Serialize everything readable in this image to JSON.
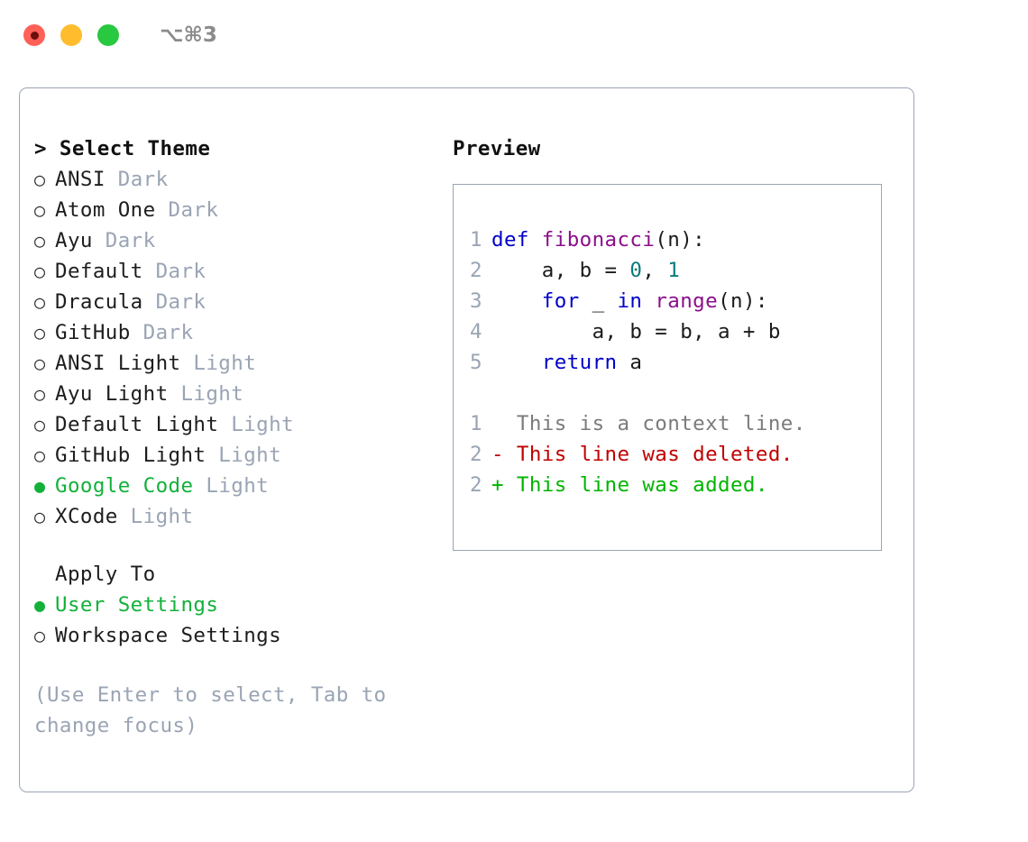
{
  "titlebar": {
    "lights": [
      {
        "name": "close-button",
        "color": "#ff6058"
      },
      {
        "name": "minimize-button",
        "color": "#ffbd2e"
      },
      {
        "name": "maximize-button",
        "color": "#28c840"
      }
    ],
    "shortcut": "⌥⌘3"
  },
  "theme_picker": {
    "prompt": "> ",
    "heading": "Select Theme",
    "selected_index": 10,
    "options": [
      {
        "bullet": "○",
        "name": "ANSI",
        "tag": "Dark",
        "selected": false
      },
      {
        "bullet": "○",
        "name": "Atom One",
        "tag": "Dark",
        "selected": false
      },
      {
        "bullet": "○",
        "name": "Ayu",
        "tag": "Dark",
        "selected": false
      },
      {
        "bullet": "○",
        "name": "Default",
        "tag": "Dark",
        "selected": false
      },
      {
        "bullet": "○",
        "name": "Dracula",
        "tag": "Dark",
        "selected": false
      },
      {
        "bullet": "○",
        "name": "GitHub",
        "tag": "Dark",
        "selected": false
      },
      {
        "bullet": "○",
        "name": "ANSI Light",
        "tag": "Light",
        "selected": false
      },
      {
        "bullet": "○",
        "name": "Ayu Light",
        "tag": "Light",
        "selected": false
      },
      {
        "bullet": "○",
        "name": "Default Light",
        "tag": "Light",
        "selected": false
      },
      {
        "bullet": "○",
        "name": "GitHub Light",
        "tag": "Light",
        "selected": false
      },
      {
        "bullet": "●",
        "name": "Google Code",
        "tag": "Light",
        "selected": true
      },
      {
        "bullet": "○",
        "name": "XCode",
        "tag": "Light",
        "selected": false
      }
    ]
  },
  "apply_to": {
    "heading": "Apply To",
    "options": [
      {
        "bullet": "●",
        "name": "User Settings",
        "selected": true
      },
      {
        "bullet": "○",
        "name": "Workspace Settings",
        "selected": false
      }
    ]
  },
  "hint": "(Use Enter to select, Tab to change focus)",
  "preview": {
    "title": "Preview",
    "code_lines": [
      {
        "num": "1",
        "tokens": [
          {
            "t": "def",
            "c": "kw"
          },
          {
            "t": " ",
            "c": "pl"
          },
          {
            "t": "fibonacci",
            "c": "fn"
          },
          {
            "t": "(n):",
            "c": "pl"
          }
        ]
      },
      {
        "num": "2",
        "tokens": [
          {
            "t": "    a, b = ",
            "c": "pl"
          },
          {
            "t": "0",
            "c": "num"
          },
          {
            "t": ", ",
            "c": "pl"
          },
          {
            "t": "1",
            "c": "num"
          }
        ]
      },
      {
        "num": "3",
        "tokens": [
          {
            "t": "    ",
            "c": "pl"
          },
          {
            "t": "for",
            "c": "kw"
          },
          {
            "t": " _ ",
            "c": "pl"
          },
          {
            "t": "in",
            "c": "kw"
          },
          {
            "t": " ",
            "c": "pl"
          },
          {
            "t": "range",
            "c": "fn"
          },
          {
            "t": "(n):",
            "c": "pl"
          }
        ]
      },
      {
        "num": "4",
        "tokens": [
          {
            "t": "        a, b = b, a + b",
            "c": "pl"
          }
        ]
      },
      {
        "num": "5",
        "tokens": [
          {
            "t": "    ",
            "c": "pl"
          },
          {
            "t": "return",
            "c": "kw"
          },
          {
            "t": " a",
            "c": "pl"
          }
        ]
      }
    ],
    "diff_lines": [
      {
        "num": "1",
        "marker": " ",
        "text": " This is a context line.",
        "kind": "ctx"
      },
      {
        "num": "2",
        "marker": "-",
        "text": " This line was deleted.",
        "kind": "del"
      },
      {
        "num": "2",
        "marker": "+",
        "text": " This line was added.",
        "kind": "add"
      }
    ]
  },
  "colors": {
    "accent_green": "#13b13b",
    "muted": "#9aa4b4",
    "border": "#9aa5b5",
    "keyword": "#0000c8",
    "function": "#8b0f8b",
    "number": "#0d7b7b",
    "diff_delete": "#c00000",
    "diff_add": "#00b400",
    "diff_context": "#7b7b7b"
  }
}
